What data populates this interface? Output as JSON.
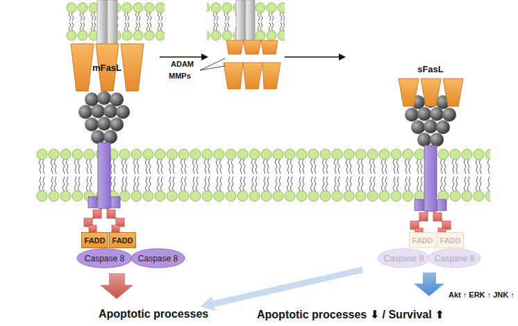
{
  "diagram": {
    "nodes": [
      {
        "text": [
          "mFasL"
        ]
      },
      {
        "text": [
          "FADD"
        ]
      },
      {
        "text": [
          "FADD"
        ]
      },
      {
        "text": [
          "Caspase 8"
        ]
      },
      {
        "text": [
          "Caspase 8"
        ]
      },
      {
        "text": [
          "sFasL"
        ]
      },
      {
        "text": [
          "FADD"
        ]
      },
      {
        "text": [
          "FADD"
        ]
      },
      {
        "text": [
          "Caspase 8"
        ]
      },
      {
        "text": [
          "Caspase 8"
        ]
      }
    ],
    "labels": [
      "ADAM",
      "MMPs",
      "Apoptotic processes",
      "Akt ↑ ERK ↑ JNK ↑",
      "Apoptotic processes ⬇ / Survival ⬆"
    ]
  }
}
